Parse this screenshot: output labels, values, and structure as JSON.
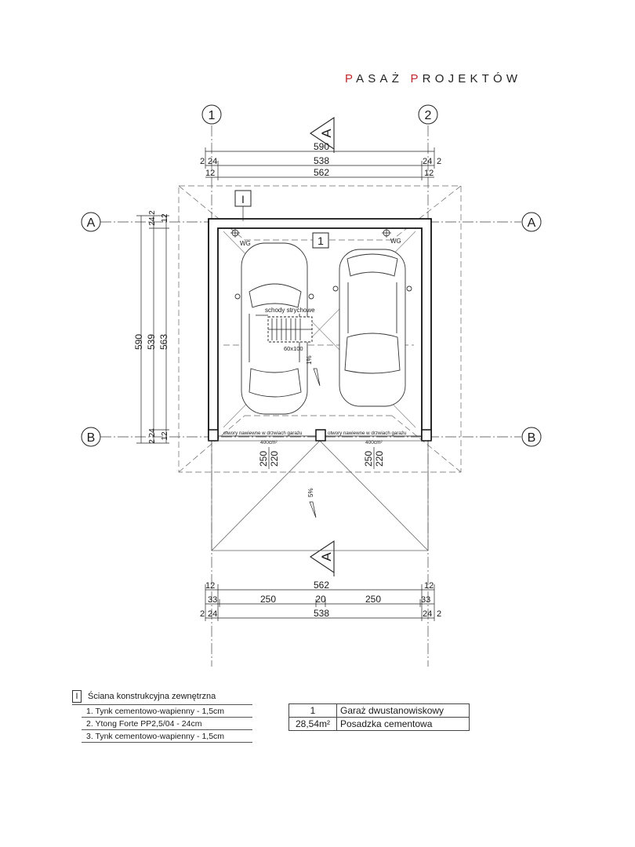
{
  "brand": {
    "first_initial": "P",
    "first_rest": "ASAŻ ",
    "second_initial": "P",
    "second_rest": "ROJEKTÓW",
    "accent_color": "#c0282d"
  },
  "axes": {
    "col_1": "1",
    "col_2": "2",
    "row_a_left": "A",
    "row_a_right": "A",
    "row_b_left": "B",
    "row_b_right": "B"
  },
  "section_marks": {
    "top": "A",
    "bottom": "A"
  },
  "dimensions_top": {
    "overall": "590",
    "d538": "538",
    "d2_24_a": "2",
    "d2_24_b": "24",
    "d24_2_a": "24",
    "d24_2_b": "2",
    "d562": "562",
    "d12_left": "12",
    "d12_right": "12"
  },
  "dimensions_left": {
    "overall": "590",
    "d539": "539",
    "d563": "563",
    "top_24_2": "24 2",
    "top_12": "12",
    "bot_2_24": "2 24",
    "bot_12": "12"
  },
  "dimensions_bottom": {
    "d12_left": "12",
    "d562": "562",
    "d12_right": "12",
    "d33_left": "33",
    "d250_left": "250",
    "d20": "20",
    "d250_right": "250",
    "d33_right": "33",
    "d2_24_a": "2",
    "d2_24_b": "24",
    "d538": "538",
    "d24_2_a": "24",
    "d24_2_b": "2"
  },
  "plan_labels": {
    "wall_tag": "I",
    "room_tag": "1",
    "wg_left": "WG",
    "wg_right": "WG",
    "stairs": "schody strychowe",
    "stairs_size": "60x100",
    "slope_inside": "1%",
    "slope_outside": "5%",
    "opening_left": "otwory nawiewne w drzwiach garażu",
    "opening_left_area": "400cm²",
    "opening_right": "otwory nawiewne w drzwiach garażu",
    "opening_right_area": "400cm²",
    "door_left_w": "250",
    "door_left_h": "220",
    "door_right_w": "250",
    "door_right_h": "220"
  },
  "legend": {
    "tag": "I",
    "title": "Ściana konstrukcyjna zewnętrzna",
    "layers": [
      "1. Tynk cementowo-wapienny - 1,5cm",
      "2. Ytong Forte PP2,5/04 - 24cm",
      "3. Tynk cementowo-wapienny - 1,5cm"
    ]
  },
  "rooms": {
    "number": "1",
    "name": "Garaż dwustanowiskowy",
    "area": "28,54m²",
    "floor": "Posadzka cementowa"
  }
}
